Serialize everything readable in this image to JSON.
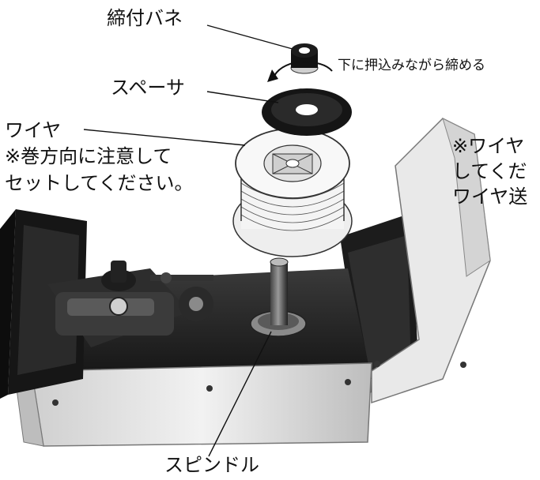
{
  "labels": {
    "spring": "締付バネ",
    "press_note": "下に押込みながら締める",
    "spacer": "スペーサ",
    "wire": "ワイヤ",
    "wire_note_1": "※巻方向に注意して",
    "wire_note_2": "セットしてください。",
    "spindle": "スピンドル",
    "right_note_1": "※ワイヤ",
    "right_note_2": "してくだ",
    "right_note_3": "ワイヤ送"
  },
  "colors": {
    "ink": "#111111",
    "metal_light": "#d9d9d9",
    "metal_mid": "#8f8f8f",
    "metal_dark": "#2b2b2b",
    "spacer": "#151515"
  }
}
